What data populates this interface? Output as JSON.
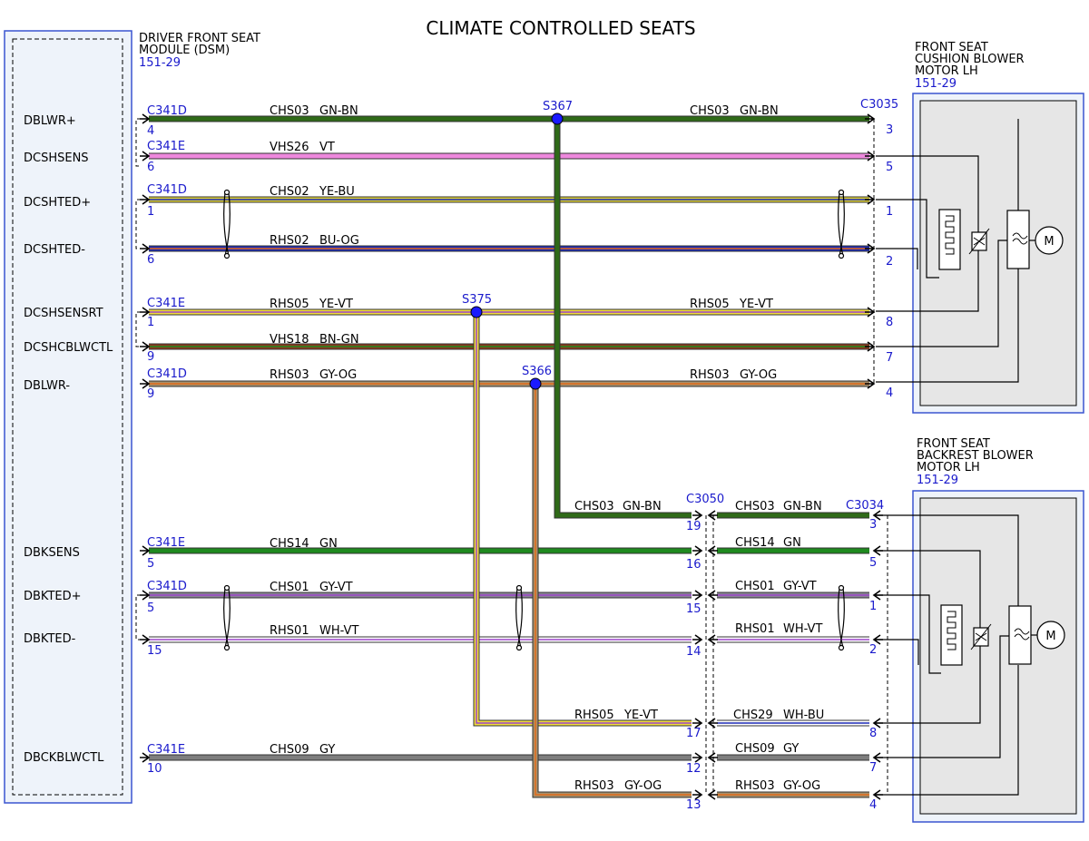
{
  "title": "CLIMATE CONTROLLED SEATS",
  "colors": {
    "GN-BN": "#2f6a18",
    "VT": "#ee88dd",
    "YE-BU": "#dccf37",
    "BU-OG": "#1d2bb5",
    "YE-VT": "#f1dd3c",
    "BN-GN": "#8c3a1e",
    "GY-OG": "#a8906b",
    "GN": "#1f8a1f",
    "GY-VT": "#8a8496",
    "WH-VT": "#ffffff",
    "GY": "#7e7e7e",
    "WH-BU": "#ffffff"
  },
  "modules": {
    "dsm": {
      "line1": "DRIVER FRONT SEAT",
      "line2": "MODULE (DSM)",
      "ref": "151-29"
    },
    "cushion": {
      "line1": "FRONT SEAT",
      "line2": "CUSHION BLOWER",
      "line3": "MOTOR LH",
      "ref": "151-29"
    },
    "backrest": {
      "line1": "FRONT SEAT",
      "line2": "BACKREST BLOWER",
      "line3": "MOTOR LH",
      "ref": "151-29"
    }
  },
  "pin_names": [
    "DBLWR+",
    "DCSHSENS",
    "DCSHTED+",
    "DCSHTED-",
    "DCSHSENSRT",
    "DCSHCBLWCTL",
    "DBLWR-",
    "DBKSENS",
    "DBKTED+",
    "DBKTED-",
    "DBCKBLWCTL"
  ],
  "splices": [
    "S367",
    "S375",
    "S366"
  ],
  "motor_symbol": "M",
  "wires": [
    {
      "left_conn": "C341D",
      "left_pin": "4",
      "circuit": "CHS03",
      "color": "GN-BN",
      "right_conn": "C3035",
      "right_circuit": "CHS03",
      "right_color": "GN-BN",
      "right_pin": "3"
    },
    {
      "left_conn": "C341E",
      "left_pin": "6",
      "circuit": "VHS26",
      "color": "VT",
      "right_pin": "5"
    },
    {
      "left_conn": "C341D",
      "left_pin": "1",
      "circuit": "CHS02",
      "color": "YE-BU",
      "right_pin": "1"
    },
    {
      "left_pin": "6",
      "circuit": "RHS02",
      "color": "BU-OG",
      "right_pin": "2"
    },
    {
      "left_conn": "C341E",
      "left_pin": "1",
      "circuit": "RHS05",
      "color": "YE-VT",
      "right_circuit": "RHS05",
      "right_color": "YE-VT",
      "right_pin": "8"
    },
    {
      "left_pin": "9",
      "circuit": "VHS18",
      "color": "BN-GN",
      "right_pin": "7"
    },
    {
      "left_conn": "C341D",
      "left_pin": "9",
      "circuit": "RHS03",
      "color": "GY-OG",
      "right_circuit": "RHS03",
      "right_color": "GY-OG",
      "right_pin": "4"
    },
    {
      "left_conn": "C341E",
      "left_pin": "5",
      "circuit": "CHS14",
      "color": "GN",
      "mid_pin": "16",
      "right_circuit": "CHS14",
      "right_color": "GN",
      "right_pin": "5"
    },
    {
      "left_conn": "C341D",
      "left_pin": "5",
      "circuit": "CHS01",
      "color": "GY-VT",
      "mid_pin": "15",
      "right_circuit": "CHS01",
      "right_color": "GY-VT",
      "right_pin": "1"
    },
    {
      "left_pin": "15",
      "circuit": "RHS01",
      "color": "WH-VT",
      "mid_pin": "14",
      "right_circuit": "RHS01",
      "right_color": "WH-VT",
      "right_pin": "2"
    },
    {
      "left_conn": "C341E",
      "left_pin": "10",
      "circuit": "CHS09",
      "color": "GY",
      "mid_pin": "12",
      "right_circuit": "CHS09",
      "right_color": "GY",
      "right_pin": "7"
    }
  ],
  "branch_wires": [
    {
      "circuit": "CHS03",
      "color": "GN-BN",
      "left_conn": "C3050",
      "mid_pin": "19",
      "right_conn": "C3034",
      "right_circuit": "CHS03",
      "right_color": "GN-BN",
      "right_pin": "3"
    },
    {
      "circuit": "RHS05",
      "color": "YE-VT",
      "mid_pin": "17",
      "right_circuit": "CHS29",
      "right_color": "WH-BU",
      "right_pin": "8"
    },
    {
      "circuit": "RHS03",
      "color": "GY-OG",
      "mid_pin": "13",
      "right_circuit": "RHS03",
      "right_color": "GY-OG",
      "right_pin": "4"
    }
  ]
}
